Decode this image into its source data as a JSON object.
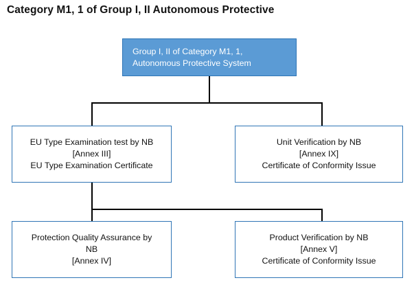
{
  "title": "Category M1, 1 of Group I, II Autonomous Protective",
  "colors": {
    "root_fill": "#5b9bd5",
    "border": "#2e74b5",
    "connector": "#000000",
    "root_text": "#ffffff",
    "node_text": "#111111"
  },
  "nodes": {
    "root": {
      "name": "root-node",
      "lines": [
        "Group I, II of Category M1, 1,",
        "Autonomous Protective System"
      ]
    },
    "eu_type_exam": {
      "name": "eu-type-examination-node",
      "lines": [
        "EU Type Examination test by NB",
        "[Annex III]",
        "EU Type Examination Certificate"
      ]
    },
    "unit_verification": {
      "name": "unit-verification-node",
      "lines": [
        "Unit Verification by NB",
        "[Annex IX]",
        "Certificate of Conformity Issue"
      ]
    },
    "protection_quality": {
      "name": "protection-quality-assurance-node",
      "lines": [
        "Protection Quality Assurance by",
        "NB",
        "[Annex IV]"
      ]
    },
    "product_verification": {
      "name": "product-verification-node",
      "lines": [
        "Product Verification by NB",
        "[Annex V]",
        "Certificate of Conformity Issue"
      ]
    }
  }
}
